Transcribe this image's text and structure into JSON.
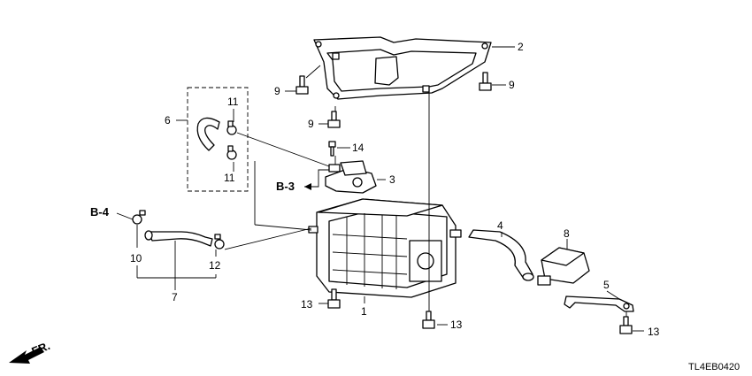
{
  "callouts": {
    "c1": "1",
    "c2": "2",
    "c3": "3",
    "c4": "4",
    "c5": "5",
    "c6": "6",
    "c7": "7",
    "c8": "8",
    "c9a": "9",
    "c9b": "9",
    "c9c": "9",
    "c10": "10",
    "c11a": "11",
    "c11b": "11",
    "c12": "12",
    "c13a": "13",
    "c13b": "13",
    "c13c": "13",
    "c14": "14"
  },
  "references": {
    "b3": "B-3",
    "b4": "B-4",
    "fr": "FR."
  },
  "diagram_code": "TL4EB0420"
}
